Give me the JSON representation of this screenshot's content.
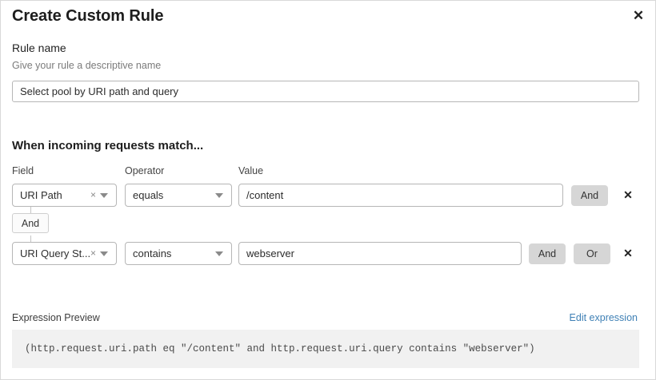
{
  "dialog": {
    "title": "Create Custom Rule",
    "close_icon": "close-icon"
  },
  "rule_name": {
    "label": "Rule name",
    "hint": "Give your rule a descriptive name",
    "value": "Select pool by URI path and query",
    "placeholder": "Select pool by URI path and query"
  },
  "match_section": {
    "heading": "When incoming requests match...",
    "columns": {
      "field": "Field",
      "operator": "Operator",
      "value": "Value"
    },
    "connector": {
      "label": "And"
    },
    "rows": [
      {
        "field": "URI Path",
        "clear_icon": "×",
        "caret_icon": "chevron-down-icon",
        "operator": "equals",
        "value": "/content",
        "and_label": "And",
        "delete_icon": "✕"
      },
      {
        "field": "URI Query St...",
        "clear_icon": "×",
        "caret_icon": "chevron-down-icon",
        "operator": "contains",
        "value": "webserver",
        "and_label": "And",
        "or_label": "Or",
        "delete_icon": "✕"
      }
    ]
  },
  "expression": {
    "label": "Expression Preview",
    "edit_link": "Edit expression",
    "text": "(http.request.uri.path eq \"/content\" and http.request.uri.query contains \"webserver\")"
  },
  "colors": {
    "link": "#3f80b5",
    "button_grey": "#d6d6d6",
    "preview_bg": "#f1f1f1",
    "border": "#b6b6b6"
  }
}
